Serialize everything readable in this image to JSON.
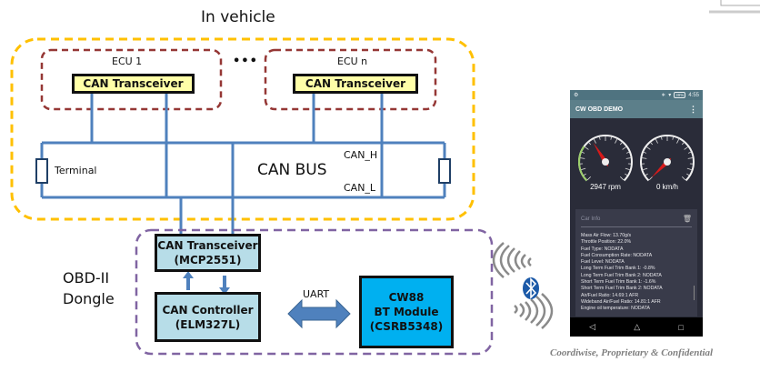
{
  "diagram": {
    "vehicle_group_label": "In vehicle",
    "ecus": [
      {
        "name": "ECU 1",
        "component": "CAN Transceiver"
      },
      {
        "name": "ECU n",
        "component": "CAN Transceiver"
      }
    ],
    "ellipsis": "•••",
    "bus": {
      "label": "CAN BUS",
      "high_line": "CAN_H",
      "low_line": "CAN_L",
      "terminal_label": "Terminal"
    },
    "dongle": {
      "label_line1": "OBD-II",
      "label_line2": "Dongle",
      "transceiver": {
        "title": "CAN Transceiver",
        "part": "(MCP2551)"
      },
      "controller": {
        "title": "CAN Controller",
        "part": "(ELM327L)"
      },
      "link_label": "UART",
      "bt_module": {
        "line1": "CW88",
        "line2": "BT Module",
        "part": "(CSRB5348)"
      }
    },
    "colors": {
      "vehicle_border": "#ffc000",
      "ecu_border": "#953735",
      "dongle_border": "#8064a2",
      "bus_lines": "#4f81bd",
      "ecu_transceiver_fill": "#ffffa8",
      "dongle_block_fill": "#b7dde8",
      "bt_module_fill": "#00b0f0",
      "bluetooth": "#1c5aa8"
    }
  },
  "phone": {
    "status_bar": {
      "time": "4:55",
      "battery": "39%"
    },
    "app_title": "CW OBD DEMO",
    "menu_icon": "more-vert-icon",
    "gauges": [
      {
        "name": "rpm",
        "value": 2947,
        "unit": "rpm",
        "display": "2947 rpm",
        "needle_fraction": 0.38
      },
      {
        "name": "speed",
        "value": 0,
        "unit": "km/h",
        "display": "0 km/h",
        "needle_fraction": 0.0
      }
    ],
    "card": {
      "title": "Car Info",
      "lines": [
        "Mass Air Flow: 13.70g/s",
        "Throttle Position: 22.0%",
        "Fuel Type: NODATA",
        "Fuel Consumption Rate: NODATA",
        "Fuel Level: NODATA",
        "Long Term Fuel Trim Bank 1: -0.8%",
        "Long Term Fuel Trim Bank 2: NODATA",
        "Short Term Fuel Trim Bank 1: -1.6%",
        "Short Term Fuel Trim Bank 2: NODATA",
        "Air/Fuel Ratio: 14.69:1 AFR",
        "Wideband Air/Fuel Ratio: 14.81:1 AFR",
        "Engine oil temperature: NODATA"
      ]
    },
    "nav": {
      "back": "◁",
      "home": "△",
      "recents": "□"
    }
  },
  "footer": "Coordiwise, Proprietary & Confidential"
}
